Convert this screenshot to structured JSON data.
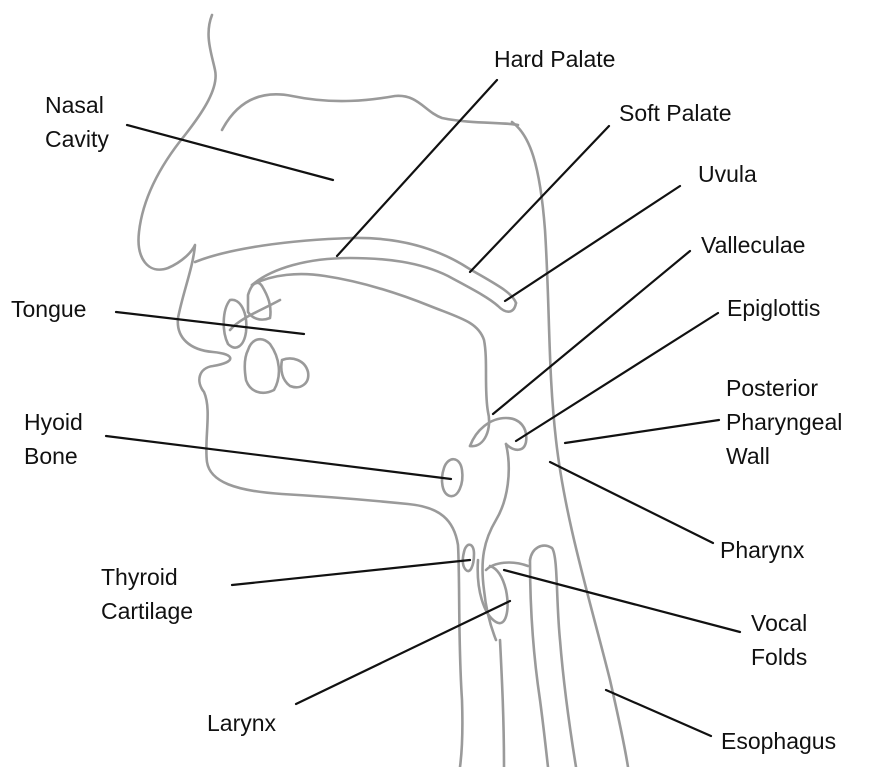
{
  "labels": {
    "nasal_cavity": [
      "Nasal",
      "Cavity"
    ],
    "hard_palate": "Hard Palate",
    "soft_palate": "Soft Palate",
    "uvula": "Uvula",
    "valleculae": "Valleculae",
    "tongue": "Tongue",
    "epiglottis": "Epiglottis",
    "posterior_pharyngeal_wall": [
      "Posterior",
      "Pharyngeal",
      "Wall"
    ],
    "hyoid_bone": [
      "Hyoid",
      "Bone"
    ],
    "pharynx": "Pharynx",
    "thyroid_cartilage": [
      "Thyroid",
      "Cartilage"
    ],
    "vocal_folds": [
      "Vocal",
      "Folds"
    ],
    "larynx": "Larynx",
    "esophagus": "Esophagus"
  }
}
